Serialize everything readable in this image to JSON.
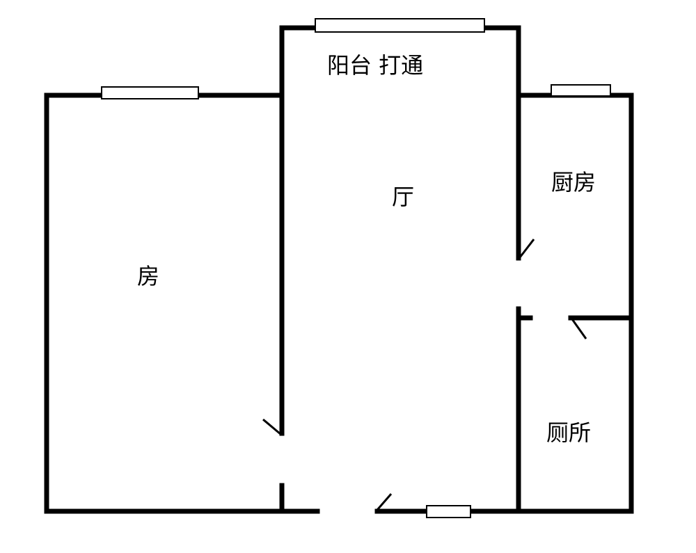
{
  "floorplan": {
    "rooms": {
      "balcony": "阳台 打通",
      "living": "厅",
      "bedroom": "房",
      "kitchen": "厨房",
      "toilet": "厕所"
    },
    "colors": {
      "wall": "#000000",
      "background": "#ffffff"
    }
  }
}
